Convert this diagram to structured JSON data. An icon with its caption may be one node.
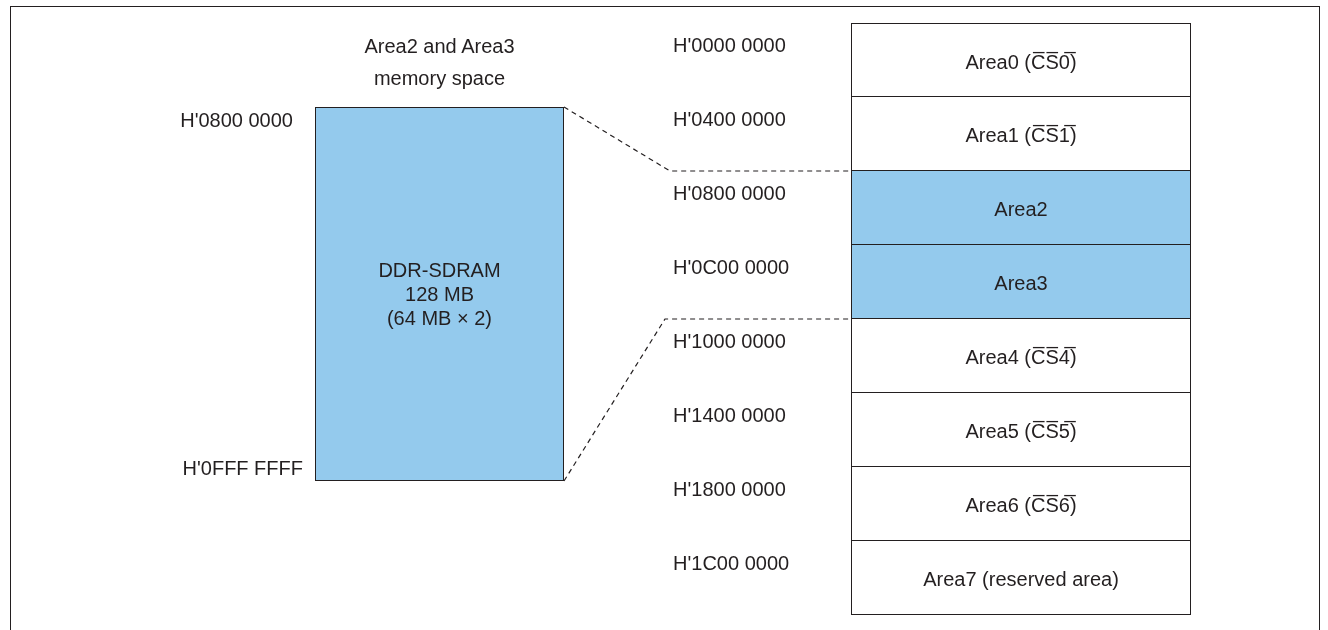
{
  "diagram": {
    "nodes": [
      {
        "text": [
          "Area2 and Area3 memory space",
          "DDR-SDRAM 128 MB (64 MB × 2)"
        ],
        "beside": [
          "H'0800 0000",
          "H'0FFF FFFF"
        ]
      },
      {
        "text": [
          "Area0 (C̅S̅0̅)"
        ],
        "beside": [
          "H'0000 0000"
        ]
      },
      {
        "text": [
          "Area1 (C̅S̅1̅)"
        ],
        "beside": [
          "H'0400 0000"
        ]
      },
      {
        "text": [
          "Area2"
        ],
        "beside": [
          "H'0800 0000"
        ]
      },
      {
        "text": [
          "Area3"
        ],
        "beside": [
          "H'0C00 0000"
        ]
      },
      {
        "text": [
          "Area4 (C̅S̅4̅)"
        ],
        "beside": [
          "H'1000 0000"
        ]
      },
      {
        "text": [
          "Area5 (C̅S̅5̅)"
        ],
        "beside": [
          "H'1400 0000"
        ]
      },
      {
        "text": [
          "Area6 (C̅S̅6̅)"
        ],
        "beside": [
          "H'1800 0000"
        ]
      },
      {
        "text": [
          "Area7 (reserved area)"
        ],
        "beside": [
          "H'1C00 0000"
        ]
      }
    ],
    "edges": [
      {
        "from": 0,
        "to": 3,
        "arrow": "none",
        "style": "dashed"
      },
      {
        "from": 0,
        "to": 4,
        "arrow": "none",
        "style": "dashed"
      }
    ]
  }
}
